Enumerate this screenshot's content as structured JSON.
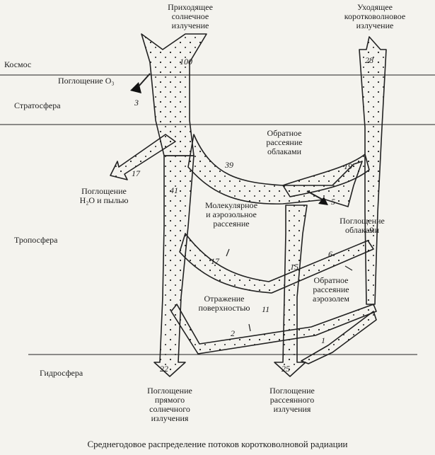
{
  "layers": {
    "space": "Космос",
    "stratosphere": "Стратосфера",
    "troposphere": "Тропосфера",
    "hydrosphere": "Гидросфера"
  },
  "labels": {
    "incoming": "Приходящее\nсолнечное\nизлучение",
    "outgoing": "Уходящее\nкоротковолновое\nизлучение",
    "ozone_absorption": "Поглощение O₃",
    "backscatter_clouds": "Обратное\nрассеяние\nоблаками",
    "absorption_h2o_dust": "Поглощение\nH₂O и пылью",
    "molecular_aerosol": "Молекулярное\nи аэрозольное\nрассеяние",
    "absorption_clouds": "Поглощение\nоблаками",
    "backscatter_aerosol": "Обратное\nрассеяние\nаэрозолем",
    "surface_reflection": "Отражение\nповерхностью",
    "direct_absorption": "Поглощение\nпрямого\nсолнечного\nизлучения",
    "scattered_absorption": "Поглощение\nрассеянного\nизлучения"
  },
  "values": {
    "incoming": "100",
    "outgoing": "28",
    "ozone": "3",
    "h2o_dust": "17",
    "clouds_backscatter": "19",
    "scattering_39": "39",
    "direct_41": "41",
    "clouds_absorption": "5",
    "right_9": "9",
    "aerosol_6": "6",
    "scatter_17": "17",
    "down_15": "15",
    "reflect_11": "11",
    "reflect_2": "2",
    "reflect_1": "1",
    "direct_22": "22",
    "scattered_25": "25"
  },
  "caption": "Среднегодовое распределение потоков коротковолновой радиации"
}
